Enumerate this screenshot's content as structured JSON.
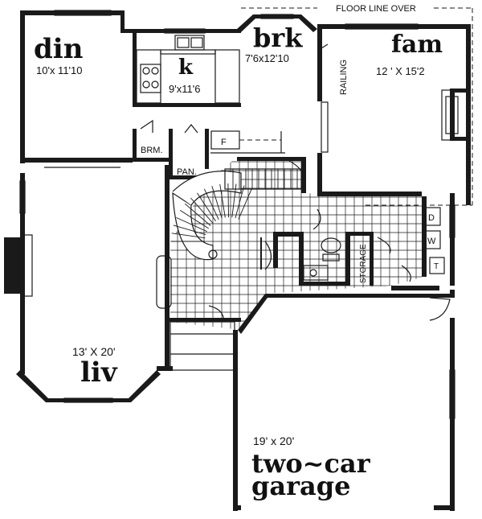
{
  "plan": {
    "floor_line_note": "FLOOR LINE OVER",
    "rooms": {
      "din": {
        "name": "din",
        "dims": "10'x 11'10"
      },
      "k": {
        "name": "k",
        "dims": "9'x11'6"
      },
      "brk": {
        "name": "brk",
        "dims": "7'6x12'10"
      },
      "fam": {
        "name": "fam",
        "dims": "12 ' X 15'2"
      },
      "liv": {
        "name": "liv",
        "dims": "13' X 20'"
      },
      "garage": {
        "name_line1": "two~car",
        "name_line2": "garage",
        "dims": "19' x 20'"
      }
    },
    "labels": {
      "railing": "RAILING",
      "brm": "BRM.",
      "pan": "PAN.",
      "storage": "STORAGE",
      "fridge": "F",
      "dryer": "D",
      "washer": "W",
      "tub": "T"
    }
  }
}
